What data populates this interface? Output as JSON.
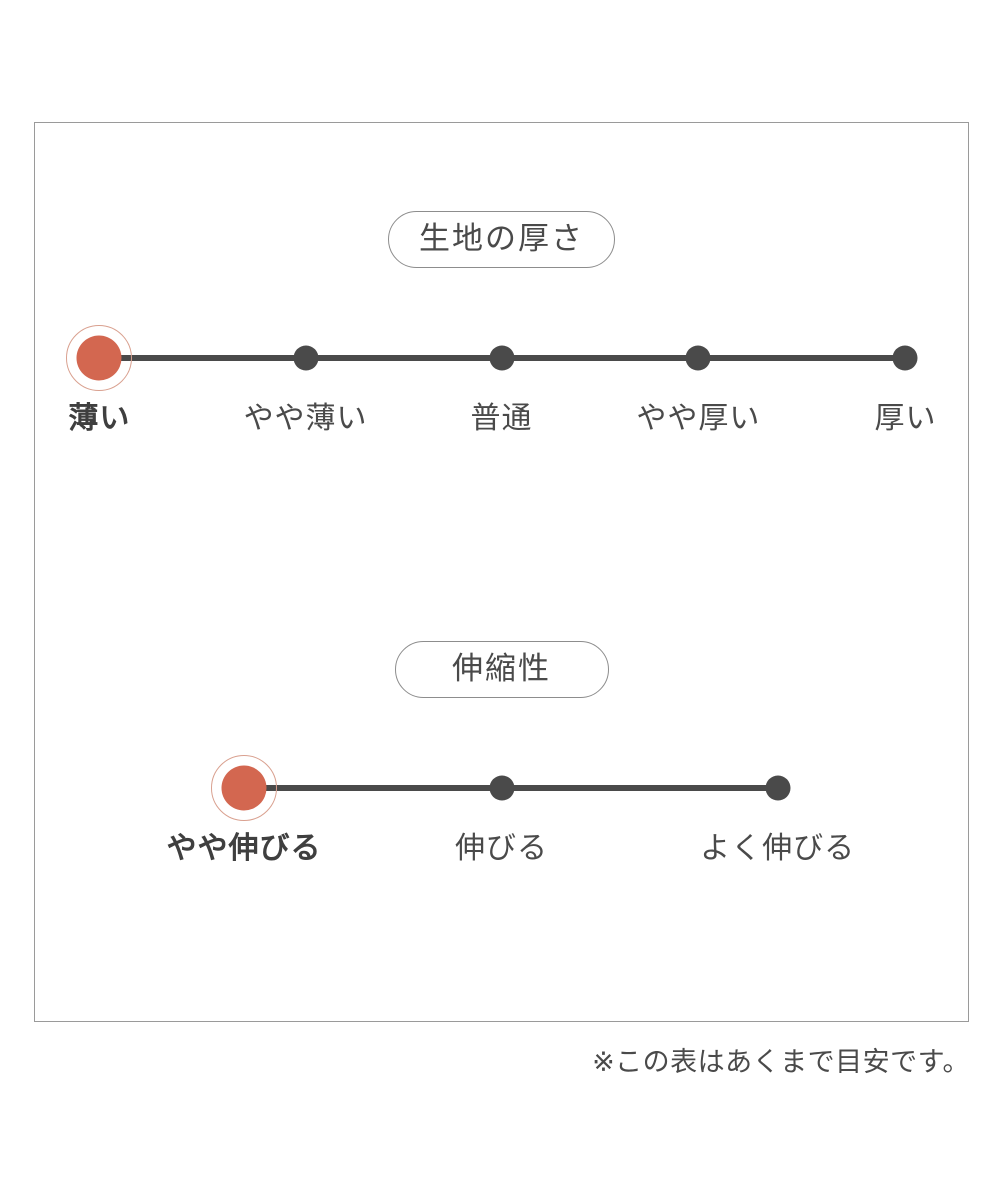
{
  "colors": {
    "active_dot": "#d36750",
    "active_ring": "#d9a08f",
    "dot": "#4a4a4a",
    "track": "#4a4a4a",
    "frame_border": "#9a9a9a",
    "pill_border": "#8d8d8d",
    "text": "#4a4a4a",
    "background": "#ffffff"
  },
  "chart_data": {
    "type": "scale",
    "title": "",
    "scales": [
      {
        "id": "fabric-thickness",
        "heading": "生地の厚さ",
        "selected_index": 0,
        "categories": [
          "薄い",
          "やや薄い",
          "普通",
          "やや厚い",
          "厚い"
        ],
        "positions_pct": [
          6.9,
          29.0,
          50.0,
          71.1,
          93.3
        ],
        "values": [
          1,
          0,
          0,
          0,
          0
        ]
      },
      {
        "id": "stretchiness",
        "heading": "伸縮性",
        "selected_index": 0,
        "categories": [
          "やや伸びる",
          "伸びる",
          "よく伸びる"
        ],
        "positions_pct": [
          22.4,
          50.0,
          79.6
        ],
        "values": [
          1,
          0,
          0
        ]
      }
    ]
  },
  "footnote": {
    "text": "※この表はあくまで目安です。"
  }
}
